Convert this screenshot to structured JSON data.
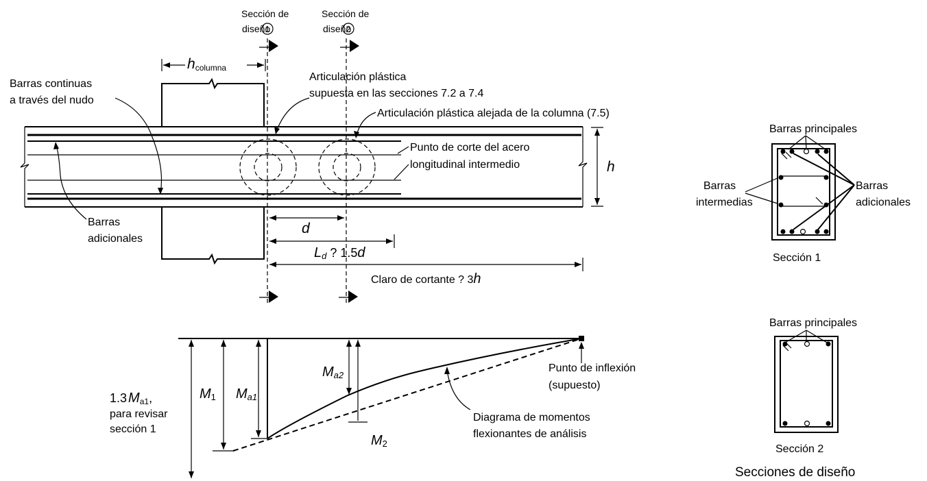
{
  "sections": {
    "s1_line1": "Sección de",
    "s1_line2": "diseño",
    "s1_num": "1",
    "s2_line1": "Sección de",
    "s2_line2": "diseño",
    "s2_num": "2"
  },
  "beam": {
    "h_columna_main": "h",
    "h_columna_sub": "columna",
    "continuous_bars_line1": "Barras continuas",
    "continuous_bars_line2": "a través del nudo",
    "plastic_hinge_line1": "Articulación plástica",
    "plastic_hinge_line2": "supuesta en las secciones 7.2 a 7.4",
    "plastic_hinge_far": "Articulación plástica alejada de la columna (7.5)",
    "cut_point_line1": "Punto de corte del acero",
    "cut_point_line2": "longitudinal intermedio",
    "h_label": "h",
    "additional_bars_line1": "Barras",
    "additional_bars_line2": "adicionales",
    "d_label": "d",
    "ld_main": "L",
    "ld_sub": "d",
    "ld_rest": " ? 1.5",
    "ld_d": "d",
    "shear_main": "Claro de cortante ? 3",
    "shear_h": "h"
  },
  "moment": {
    "m13_pre": "1.3",
    "m13_M": "M",
    "m13_sub": "a1",
    "m13_comma": ",",
    "m13_line2": "para revisar",
    "m13_line3": "sección 1",
    "m1_M": "M",
    "m1_sub": "1",
    "ma1_M": "M",
    "ma1_sub": "a1",
    "ma2_M": "M",
    "ma2_sub": "a2",
    "m2_M": "M",
    "m2_sub": "2",
    "inflection_line1": "Punto de inflexión",
    "inflection_line2": "(supuesto)",
    "diagram_line1": "Diagrama de momentos",
    "diagram_line2": "flexionantes de análisis"
  },
  "cross_sections": {
    "principal_1": "Barras principales",
    "intermediate_line1": "Barras",
    "intermediate_line2": "intermedias",
    "additional_line1": "Barras",
    "additional_line2": "adicionales",
    "section1": "Sección 1",
    "principal_2": "Barras principales",
    "section2": "Sección 2",
    "title": "Secciones de diseño"
  }
}
